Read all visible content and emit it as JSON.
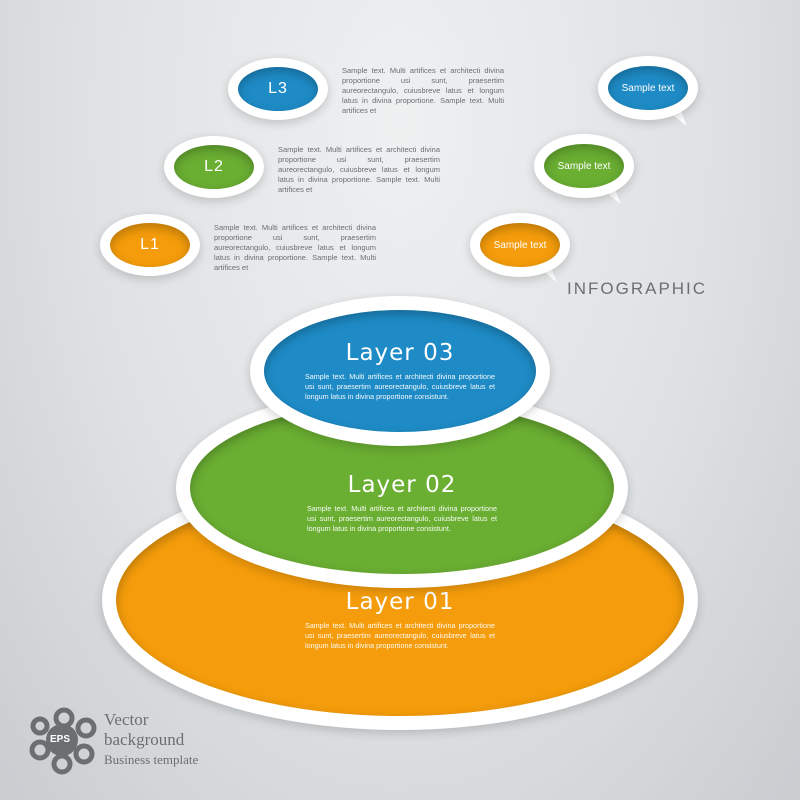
{
  "colors": {
    "orange": "#f49c0b",
    "green": "#6aae32",
    "blue": "#1e8bc6",
    "ring": "#ffffff",
    "text_gray": "#6b6f72"
  },
  "title": "INFOGRAPHIC",
  "legend": [
    {
      "label": "L3",
      "color": "#1e8bc6",
      "text": "Sample text. Multi artifices et architecti divina proportione usi sunt, praesertim aureorectangulo, cuiusbreve latus et longum latus in divina proportione. Sample text. Multi artifices et"
    },
    {
      "label": "L2",
      "color": "#6aae32",
      "text": "Sample text. Multi artifices et architecti divina proportione usi sunt, praesertim aureorectangulo, cuiusbreve latus et longum latus in divina proportione. Sample text. Multi artifices et"
    },
    {
      "label": "L1",
      "color": "#f49c0b",
      "text": "Sample text. Multi artifices et architecti divina proportione usi sunt, praesertim aureorectangulo, cuiusbreve latus et longum latus in divina proportione. Sample text. Multi artifices et"
    }
  ],
  "bubbles": [
    {
      "text": "Sample text",
      "color": "#1e8bc6"
    },
    {
      "text": "Sample text",
      "color": "#6aae32"
    },
    {
      "text": "Sample text",
      "color": "#f49c0b"
    }
  ],
  "layers": [
    {
      "title": "Layer 03",
      "color": "#1e8bc6",
      "text": "Sample text. Multi artifices et architecti divina proportione usi sunt, praesertim aureorectangulo, cuiusbreve latus et longum latus in divina proportione consistunt."
    },
    {
      "title": "Layer 02",
      "color": "#6aae32",
      "text": "Sample text. Multi artifices et architecti divina proportione usi sunt, praesertim aureorectangulo, cuiusbreve latus et longum latus in divina proportione consistunt."
    },
    {
      "title": "Layer 01",
      "color": "#f49c0b",
      "text": "Sample text. Multi artifices et architecti divina proportione usi sunt, praesertim aureorectangulo, cuiusbreve latus et longum latus in divina proportione consistunt."
    }
  ],
  "badge": {
    "icon": "eps-icon",
    "eps_label": "EPS",
    "line1": "Vector",
    "line2": "background",
    "line3": "Business template"
  }
}
